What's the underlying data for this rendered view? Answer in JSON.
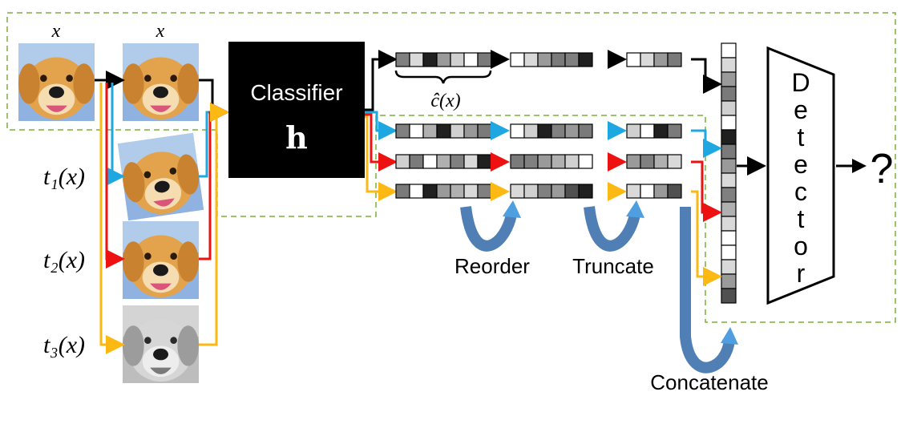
{
  "labels": {
    "x_top_left": "x",
    "x_top_mid": "x",
    "t1": "t₁(x)",
    "t2": "t₂(x)",
    "t3": "t₃(x)",
    "classifier_title": "Classifier",
    "classifier_symbol": "h",
    "confidence": "ĉ(x)",
    "reorder": "Reorder",
    "truncate": "Truncate",
    "concatenate": "Concatenate",
    "detector": "Detector",
    "output": "?"
  },
  "colors": {
    "identity_arrow": "#000000",
    "t1_arrow": "#1ea7e1",
    "t2_arrow": "#ee1111",
    "t3_arrow": "#fdb913",
    "dashed_box": "#7dae3e",
    "curve_arrow": "#4f7fb5",
    "classifier_fill": "#000000"
  },
  "vectors": {
    "black_full": [
      "#808080",
      "#d9d9d9",
      "#202020",
      "#9a9a9a",
      "#d0d0d0",
      "#ffffff",
      "#7a7a7a"
    ],
    "black_reord": [
      "#ffffff",
      "#d9d9d9",
      "#9a9a9a",
      "#7a7a7a",
      "#808080",
      "#202020"
    ],
    "black_trunc": [
      "#ffffff",
      "#d9d9d9",
      "#9a9a9a",
      "#7a7a7a"
    ],
    "blue_full": [
      "#808080",
      "#ffffff",
      "#b0b0b0",
      "#202020",
      "#d0d0d0",
      "#999999",
      "#7a7a7a"
    ],
    "blue_reord": [
      "#ffffff",
      "#d0d0d0",
      "#202020",
      "#808080",
      "#999999",
      "#7a7a7a"
    ],
    "blue_trunc": [
      "#d0d0d0",
      "#ffffff",
      "#202020",
      "#7a7a7a"
    ],
    "red_full": [
      "#d0d0d0",
      "#7a7a7a",
      "#ffffff",
      "#b0b0b0",
      "#808080",
      "#d9d9d9",
      "#202020"
    ],
    "red_reord": [
      "#7a7a7a",
      "#808080",
      "#9a9a9a",
      "#b0b0b0",
      "#d0d0d0",
      "#ffffff"
    ],
    "red_trunc": [
      "#9a9a9a",
      "#808080",
      "#b0b0b0",
      "#d9d9d9"
    ],
    "yellow_full": [
      "#7a7a7a",
      "#ffffff",
      "#202020",
      "#9a9a9a",
      "#b0b0b0",
      "#d9d9d9",
      "#808080"
    ],
    "yellow_reord": [
      "#d9d9d9",
      "#d0d0d0",
      "#808080",
      "#9a9a9a",
      "#505050",
      "#202020"
    ],
    "yellow_trunc": [
      "#d9d9d9",
      "#ffffff",
      "#9a9a9a",
      "#505050"
    ],
    "concat": [
      "#ffffff",
      "#d9d9d9",
      "#9a9a9a",
      "#7a7a7a",
      "#d0d0d0",
      "#ffffff",
      "#202020",
      "#7a7a7a",
      "#9a9a9a",
      "#d9d9d9",
      "#808080",
      "#b0b0b0",
      "#d9d9d9",
      "#ffffff",
      "#ffffff",
      "#d9d9d9",
      "#9a9a9a",
      "#505050"
    ]
  }
}
